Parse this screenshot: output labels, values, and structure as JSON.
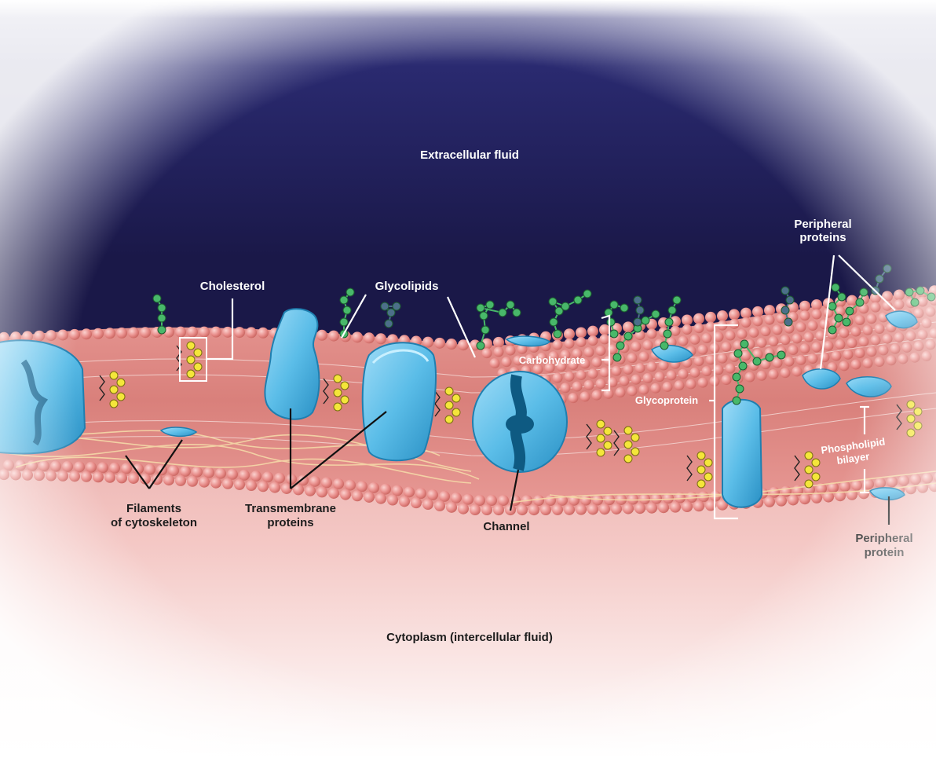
{
  "labels": {
    "extracellular_fluid": "Extracellular fluid",
    "cholesterol": "Cholesterol",
    "glycolipids": "Glycolipids",
    "peripheral_proteins_line1": "Peripheral",
    "peripheral_proteins_line2": "proteins",
    "carbohydrate": "Carbohydrate",
    "glycoprotein": "Glycoprotein",
    "phospholipid_bilayer_line1": "Phospholipid",
    "phospholipid_bilayer_line2": "bilayer",
    "filaments_line1": "Filaments",
    "filaments_line2": "of cytoskeleton",
    "transmembrane_line1": "Transmembrane",
    "transmembrane_line2": "proteins",
    "channel": "Channel",
    "peripheral_protein_line1": "Peripheral",
    "peripheral_protein_line2": "protein",
    "cytoplasm": "Cytoplasm (intercellular fluid)"
  },
  "colors": {
    "extracellular_top": "#2a2a70",
    "extracellular_mid": "#1a1848",
    "cytoplasm_top": "#e8a7a4",
    "cytoplasm_bottom": "#ffffff",
    "phospholipid_head": "#e88d8a",
    "membrane_body": "#d9807b",
    "protein": "#5bbde8",
    "protein_dark": "#1f7fb0",
    "cholesterol": "#f4e63a",
    "carbohydrate": "#48b86a",
    "cytoskeleton": "#f5d9a8"
  }
}
